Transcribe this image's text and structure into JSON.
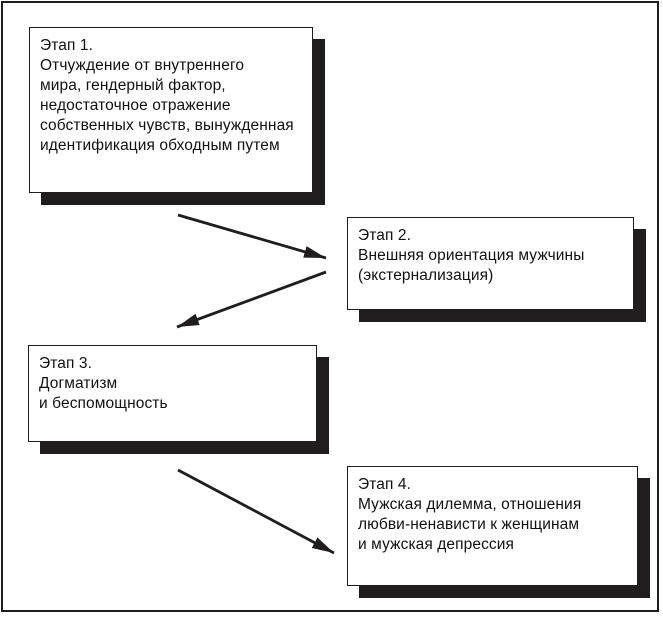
{
  "figure": {
    "type": "flowchart",
    "language": "ru",
    "colors": {
      "background": "#ffffff",
      "box_fill": "#ffffff",
      "box_border": "#1f1d1e",
      "shadow": "#1f1d1e",
      "frame": "#1f1d1e",
      "text": "#111111",
      "arrow": "#1f1d1e"
    }
  },
  "diagram": {
    "boxes": [
      {
        "id": "stage-1",
        "title": "Этап 1.",
        "body": "Отчуждение от внутреннего\nмира, гендерный фактор,\nнедостаточное отражение\nсобственных чувств, вынужденная\nидентификация обходным путем"
      },
      {
        "id": "stage-2",
        "title": "Этап 2.",
        "body": "Внешняя ориентация мужчины\n(экстернализация)"
      },
      {
        "id": "stage-3",
        "title": "Этап 3.",
        "body": "Догматизм\nи беспомощность"
      },
      {
        "id": "stage-4",
        "title": "Этап 4.",
        "body": "Мужская дилемма, отношения\nлюбви-ненависти к женщинам\nи мужская депрессия"
      }
    ],
    "arrows": [
      {
        "from": "stage-1",
        "to": "stage-2"
      },
      {
        "from": "stage-2",
        "to": "stage-3"
      },
      {
        "from": "stage-3",
        "to": "stage-4"
      }
    ]
  }
}
